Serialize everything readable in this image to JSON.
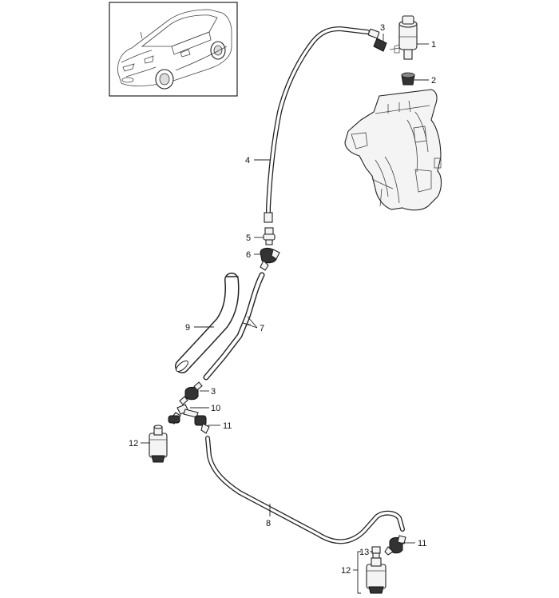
{
  "diagram": {
    "callouts": {
      "c1": "1",
      "c2": "2",
      "c3a": "3",
      "c3b": "3",
      "c4": "4",
      "c5": "5",
      "c6": "6",
      "c7": "7",
      "c8": "8",
      "c9": "9",
      "c10": "10",
      "c11a": "11",
      "c11b": "11",
      "c12a": "12",
      "c12b": "12",
      "c13": "13"
    }
  }
}
